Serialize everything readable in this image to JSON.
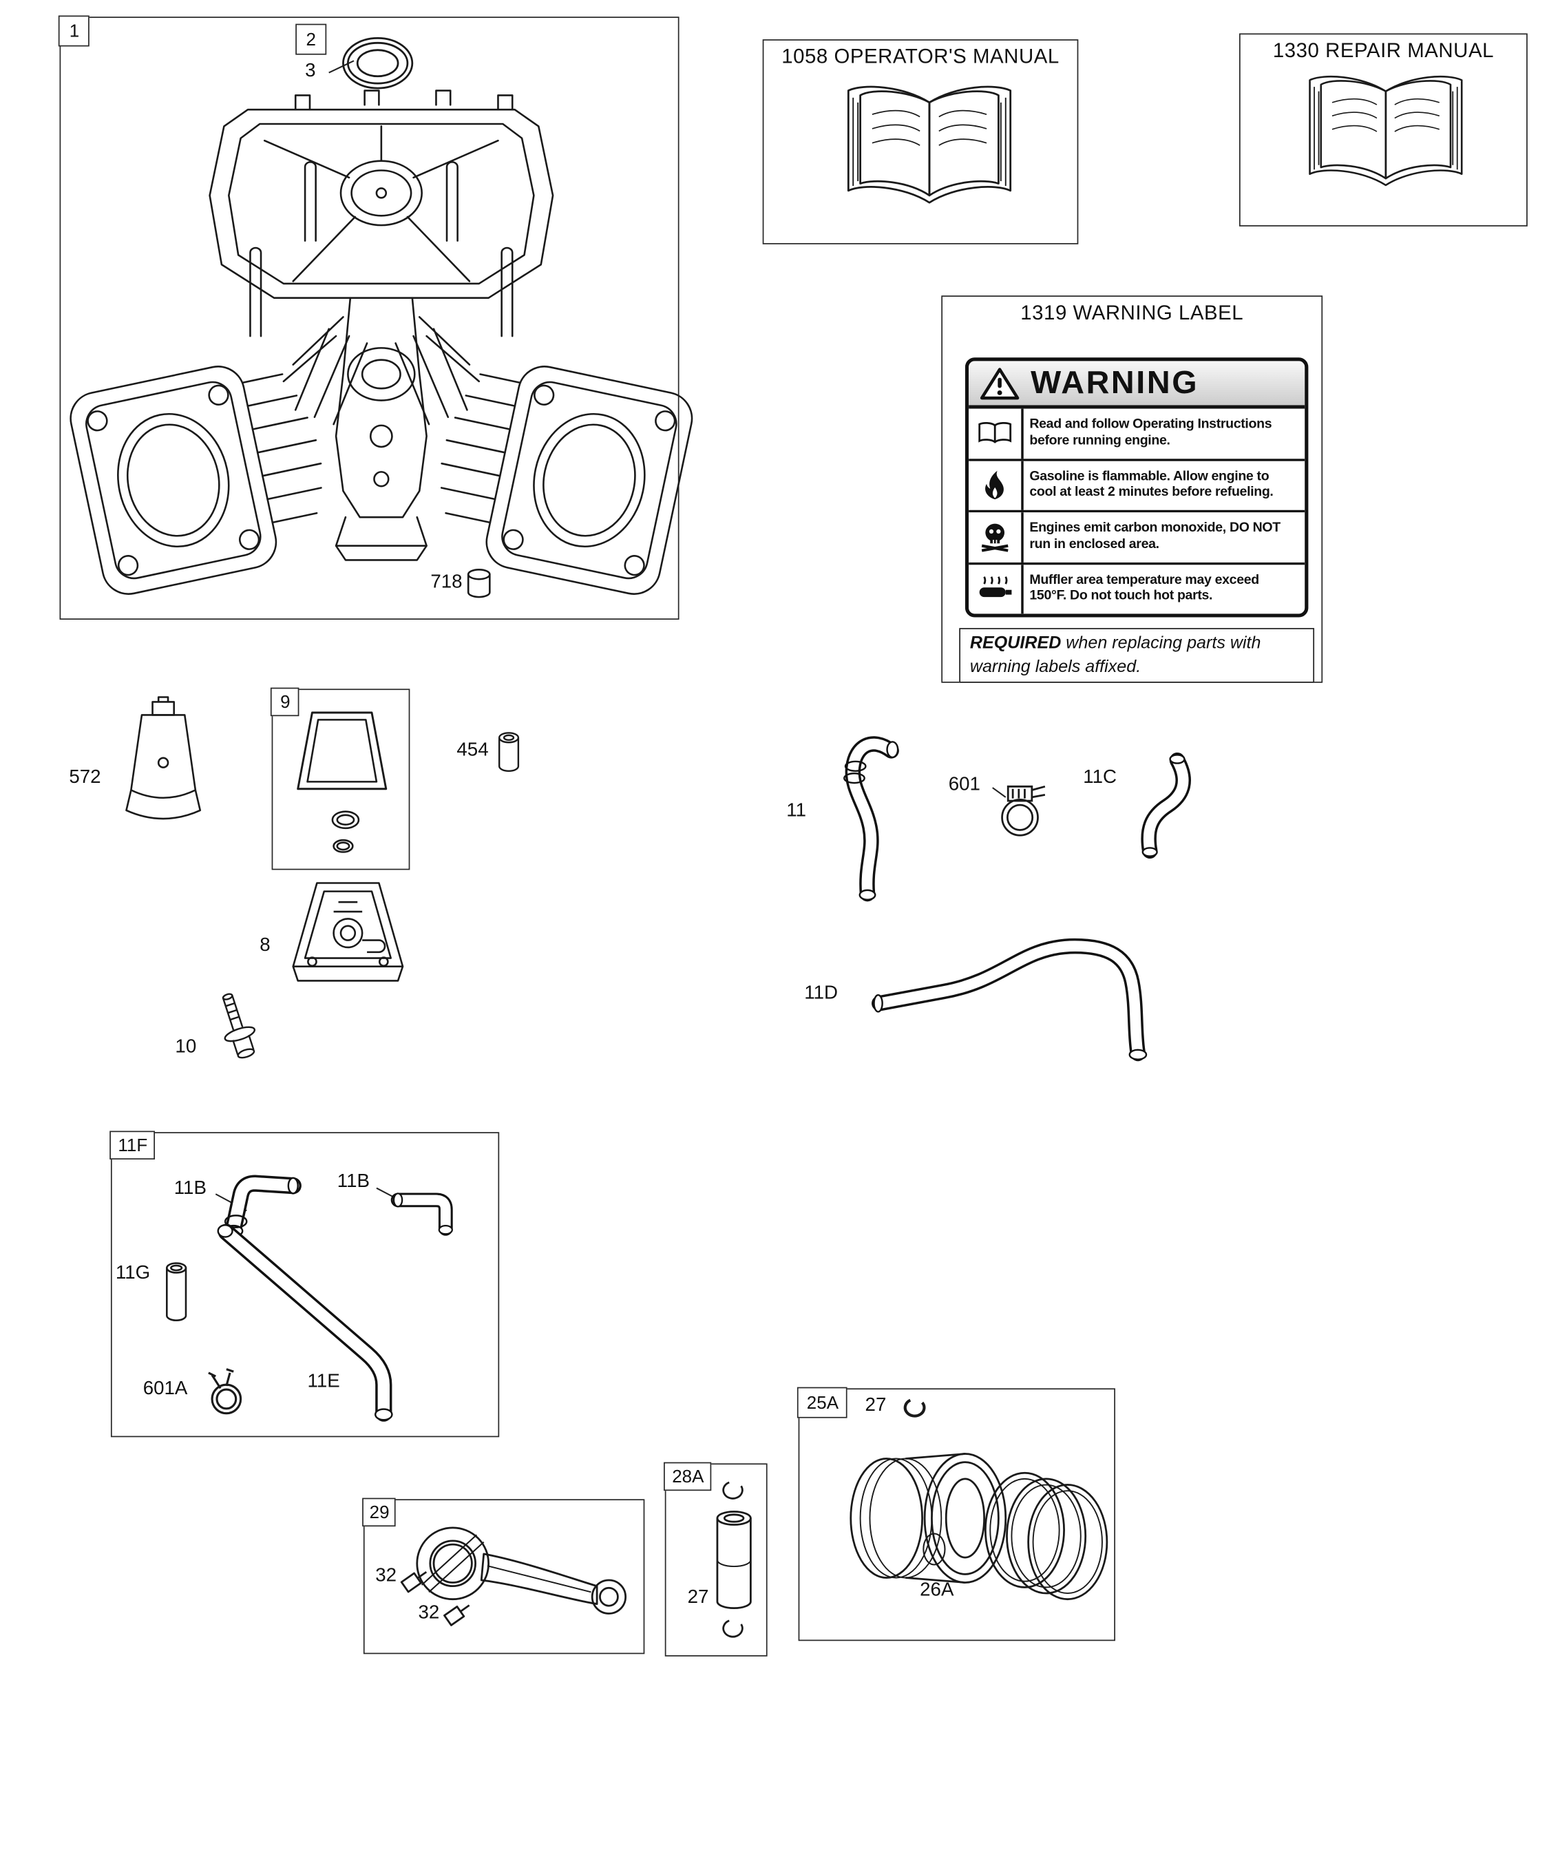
{
  "page": {
    "background": "#ffffff",
    "line_color": "#1a1a1a"
  },
  "callouts": {
    "c1": "1",
    "c2": "2",
    "c3": "3",
    "c718": "718",
    "c572": "572",
    "c9": "9",
    "c454": "454",
    "c8": "8",
    "c10": "10",
    "c11": "11",
    "c601": "601",
    "c11c": "11C",
    "c11d": "11D",
    "c11f": "11F",
    "c11b_a": "11B",
    "c11b_b": "11B",
    "c11g": "11G",
    "c11e": "11E",
    "c601a": "601A",
    "c29": "29",
    "c32_a": "32",
    "c32_b": "32",
    "c28a": "28A",
    "c27_pin": "27",
    "c25a": "25A",
    "c27_clip": "27",
    "c26a": "26A"
  },
  "manual_boxes": {
    "operators_title": "1058 OPERATOR'S MANUAL",
    "repair_title": "1330 REPAIR MANUAL"
  },
  "warning_label": {
    "group_title": "1319 WARNING LABEL",
    "heading": "WARNING",
    "rows": [
      {
        "icon": "operating-instructions-book-icon",
        "text": "Read and follow Operating Instructions before running engine."
      },
      {
        "icon": "flammable-gasoline-icon",
        "text": "Gasoline is flammable. Allow engine to cool at least 2 minutes before refueling."
      },
      {
        "icon": "carbon-monoxide-icon",
        "text": "Engines emit carbon monoxide, DO NOT run in enclosed area."
      },
      {
        "icon": "hot-muffler-icon",
        "text": "Muffler area temperature may exceed 150°F.  Do not touch hot parts."
      }
    ],
    "required_lead": "REQUIRED",
    "required_rest": " when replacing parts with warning labels affixed."
  }
}
